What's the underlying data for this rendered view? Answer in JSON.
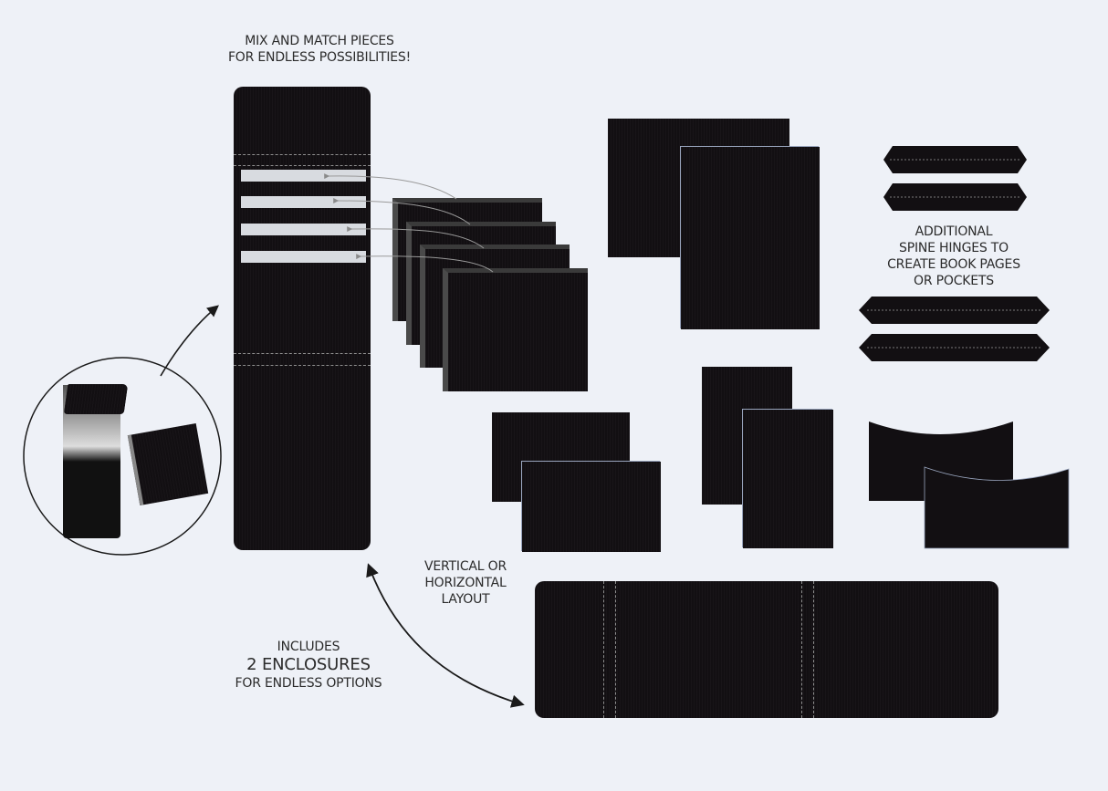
{
  "headline": {
    "line1": "MIX AND MATCH PIECES",
    "line2": "FOR ENDLESS POSSIBILITIES!"
  },
  "hinges_caption": {
    "line1": "ADDITIONAL",
    "line2": "SPINE HINGES TO",
    "line3": "CREATE BOOK PAGES",
    "line4": "OR POCKETS"
  },
  "layout_caption": {
    "line1": "VERTICAL OR",
    "line2": "HORIZONTAL",
    "line3": "LAYOUT"
  },
  "enclosures_caption": {
    "line1": "INCLUDES",
    "line2": "2 ENCLOSURES",
    "line3": "FOR ENDLESS OPTIONS"
  },
  "colors": {
    "background": "#eef1f7",
    "piece": "#120f12",
    "slot": "#d8dbe0",
    "stitch": "#8e8e8e",
    "arrow": "#1a1a1a",
    "connector": "#9a9a9a"
  },
  "pieces": {
    "vertical_panel": "vertical-binder-panel",
    "slot_count": 4,
    "stacked_inserts": 4,
    "square_pairs": [
      "large-portrait-pair",
      "landscape-pair",
      "small-portrait-pair",
      "curved-top-pair"
    ],
    "spine_hinges": 4,
    "horizontal_panel": "horizontal-binder-panel",
    "enclosures": 2
  }
}
